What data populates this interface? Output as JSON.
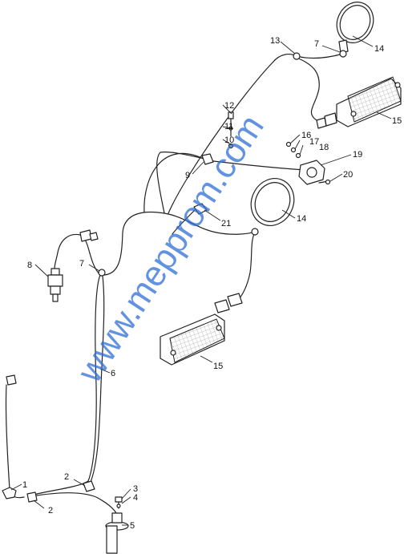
{
  "watermark": "www.mepprom.com",
  "callouts": {
    "c1": "1",
    "c2a": "2",
    "c2b": "2",
    "c3": "3",
    "c4": "4",
    "c5": "5",
    "c6": "6",
    "c7a": "7",
    "c7b": "7",
    "c8": "8",
    "c9": "9",
    "c10": "10",
    "c11": "11",
    "c12": "12",
    "c13": "13",
    "c14a": "14",
    "c14b": "14",
    "c15a": "15",
    "c15b": "15",
    "c16": "16",
    "c17": "17",
    "c18": "18",
    "c19": "19",
    "c20": "20",
    "c21": "21"
  },
  "colors": {
    "line": "#222222",
    "watermark": "#2f6fd6"
  }
}
